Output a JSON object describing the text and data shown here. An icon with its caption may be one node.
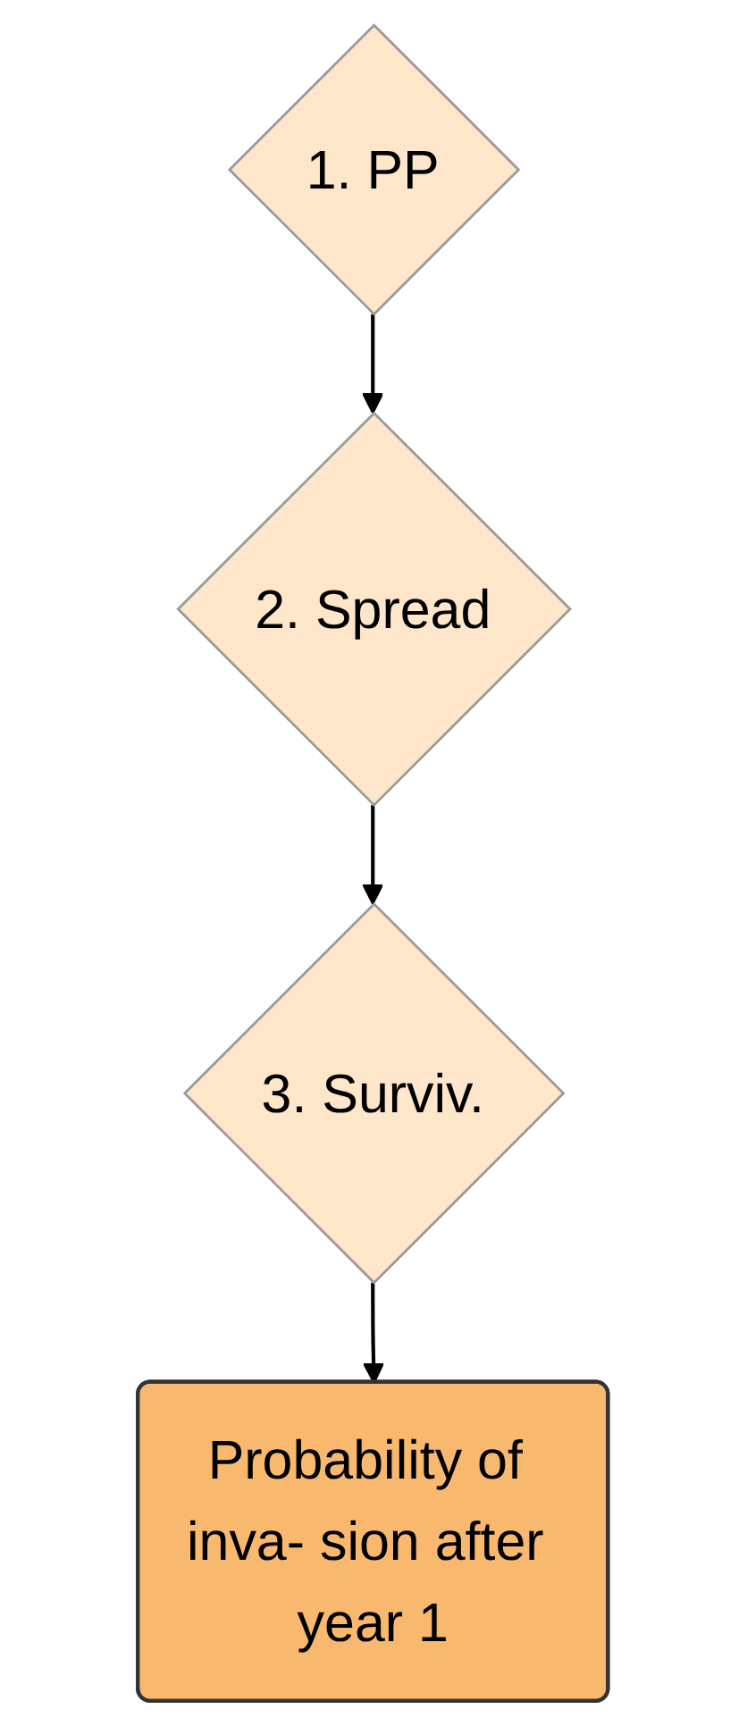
{
  "diagram": {
    "nodes": [
      {
        "text": [
          "1. PP"
        ]
      },
      {
        "text": [
          "2. Spread"
        ]
      },
      {
        "text": [
          "3. Surviv."
        ]
      },
      {
        "text": [
          "Probability of inva- sion after year 1"
        ]
      }
    ],
    "edges": [
      {
        "from": 0,
        "to": 1,
        "arrow": "to"
      },
      {
        "from": 1,
        "to": 2,
        "arrow": "to"
      },
      {
        "from": 2,
        "to": 3,
        "arrow": "to"
      }
    ]
  }
}
